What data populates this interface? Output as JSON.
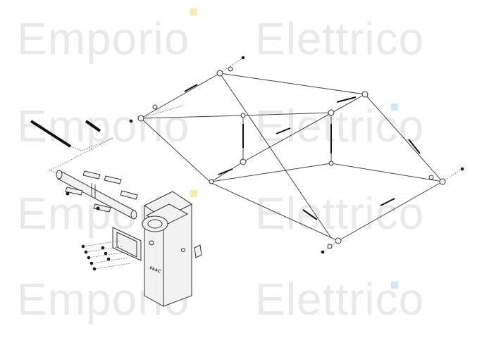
{
  "watermark": {
    "text": "Emporio Elettrico",
    "word1": "Emporio",
    "word2": "Elettrico",
    "accent_colors": [
      "#fde7b0",
      "#cde9f6"
    ]
  },
  "diagram": {
    "brand_label": "FAAC"
  }
}
